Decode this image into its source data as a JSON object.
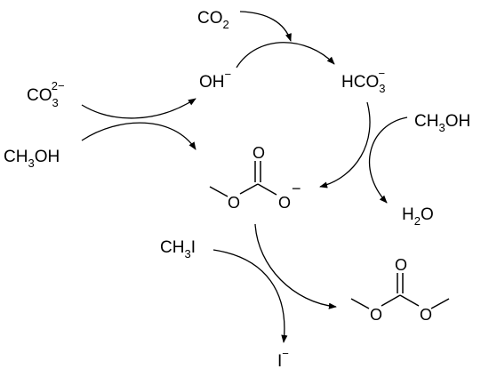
{
  "scheme": {
    "species": {
      "co2": {
        "main": "CO",
        "sub": "2"
      },
      "hydroxide": {
        "main": "OH",
        "charge": "−"
      },
      "bicarbonate": {
        "main": "HCO",
        "sub": "3",
        "charge": "−"
      },
      "carbonate": {
        "main": "CO",
        "sub": "3",
        "charge": "2−"
      },
      "methanol_left": {
        "a": "CH",
        "sub": "3",
        "b": "OH"
      },
      "methanol_right": {
        "a": "CH",
        "sub": "3",
        "b": "OH"
      },
      "water": {
        "a": "H",
        "sub": "2",
        "b": "O"
      },
      "methyl_iodide": {
        "a": "CH",
        "sub": "3",
        "b": "I"
      },
      "iodide": {
        "main": "I",
        "charge": "−"
      }
    },
    "methyl_carbonate": {
      "o_carbonyl": "O",
      "o_ether": "O",
      "o_anion": "O",
      "charge": "−"
    },
    "dimethyl_carbonate": {
      "o_carbonyl": "O",
      "o_left": "O",
      "o_right": "O"
    }
  }
}
